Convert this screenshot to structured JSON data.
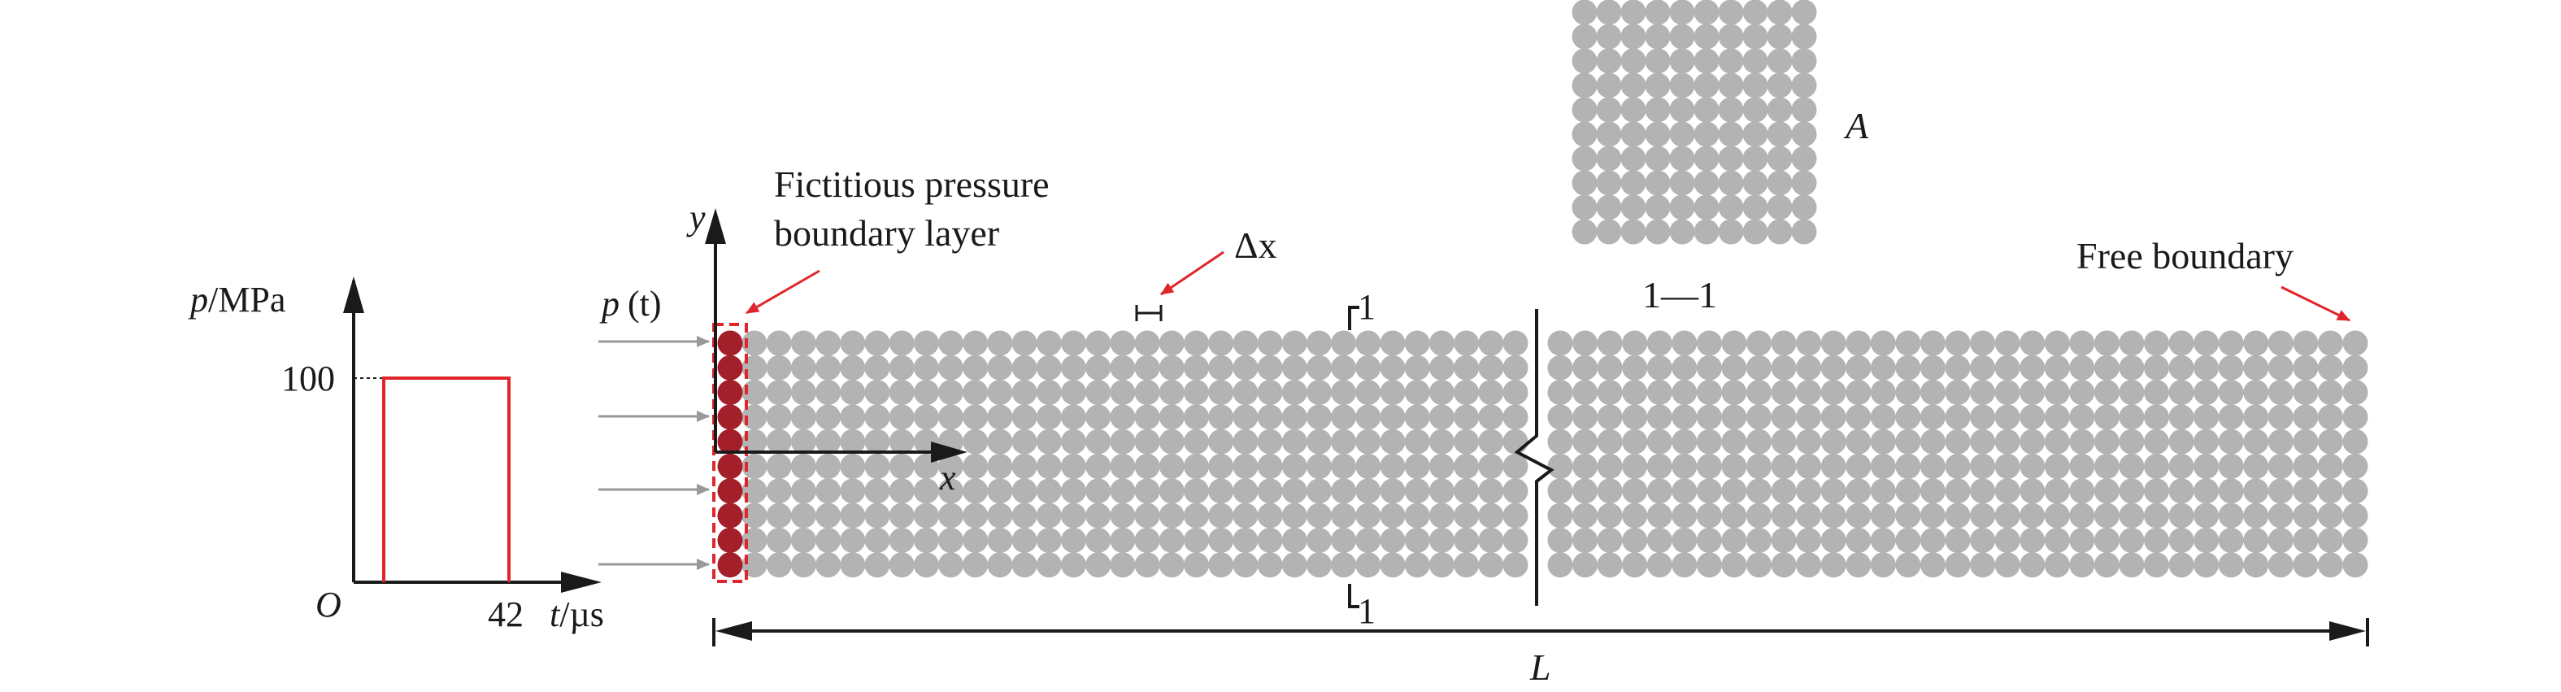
{
  "pulse_plot": {
    "y_axis_label_var": "p",
    "y_axis_label_unit": "/MPa",
    "y_tick": "100",
    "origin": "O",
    "x_tick": "42",
    "x_axis_label_var": "t",
    "x_axis_label_unit": "/µs",
    "pulse_amplitude": 100,
    "pulse_duration": 42,
    "pulse_color": "#e0262b"
  },
  "load": {
    "label_var": "p",
    "label_arg": "(t)"
  },
  "labels": {
    "fictitious_line1": "Fictitious pressure",
    "fictitious_line2": "boundary layer",
    "free_boundary": "Free boundary",
    "delta_x": "Δx",
    "axis_y": "y",
    "axis_x": "x",
    "section_top": "1",
    "section_bottom": "1",
    "section_view": "1—1",
    "region_a": "A",
    "length": "L"
  },
  "particle_grid": {
    "rows": 10,
    "boundary_columns": 1,
    "left_columns": 32,
    "right_columns": 33,
    "inset_rows": 10,
    "inset_columns": 10
  },
  "colors": {
    "particle": "#b3b3b3",
    "boundary_particle": "#a31f2a",
    "accent_red": "#e0262b",
    "arrow_gray": "#999999",
    "line": "#1a1a1a"
  }
}
